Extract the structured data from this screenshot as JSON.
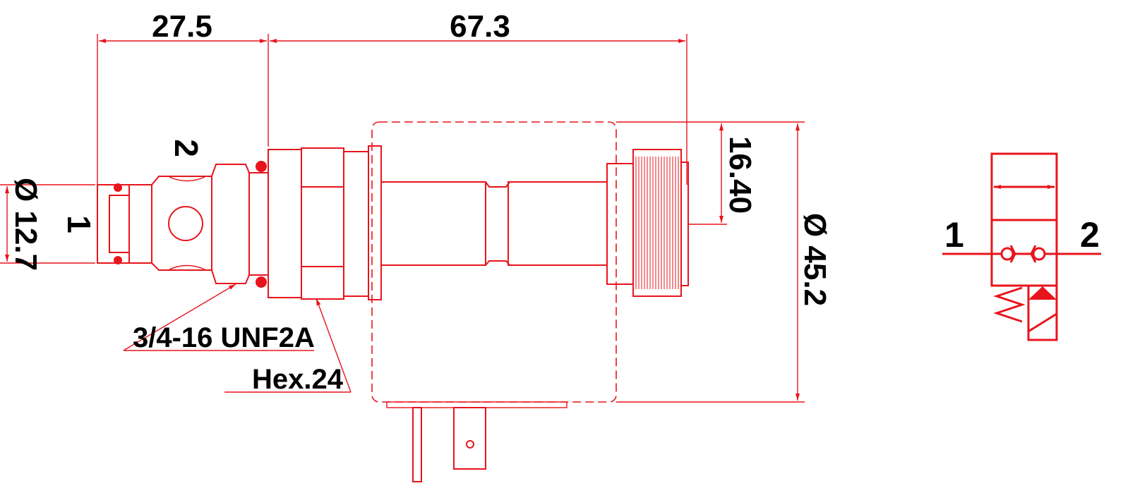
{
  "dimensions": {
    "length_left": "27.5",
    "length_right": "67.3",
    "connector_height": "16.40",
    "coil_diameter": "Ø 45.2",
    "nose_diameter": "Ø 12.7"
  },
  "ports": {
    "port_1": "1",
    "port_2": "2"
  },
  "callouts": {
    "thread": "3/4-16 UNF2A",
    "hex": "Hex.24"
  },
  "symbol": {
    "port_1": "1",
    "port_2": "2"
  },
  "colors": {
    "drawing": "#e8141c",
    "text": "#000000"
  }
}
